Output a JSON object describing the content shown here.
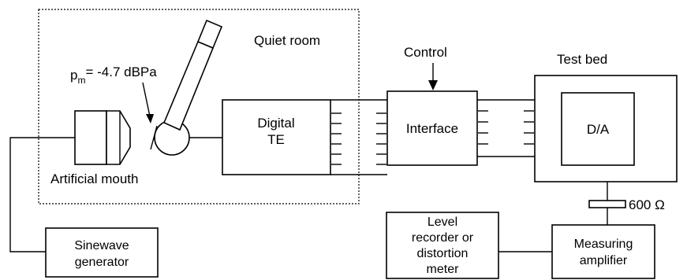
{
  "labels": {
    "quiet_room": "Quiet room",
    "pm_main": "p",
    "pm_sub": "m",
    "pm_value": "= -4.7 dBPa",
    "control": "Control",
    "test_bed": "Test bed",
    "digital_te_line1": "Digital",
    "digital_te_line2": "TE",
    "interface": "Interface",
    "da": "D/A",
    "artificial_mouth": "Artificial mouth",
    "sinewave_line1": "Sinewave",
    "sinewave_line2": "generator",
    "level_line1": "Level",
    "level_line2": "recorder or",
    "level_line3": "distortion",
    "level_line4": "meter",
    "measuring_line1": "Measuring",
    "measuring_line2": "amplifier",
    "impedance": "600 Ω"
  }
}
